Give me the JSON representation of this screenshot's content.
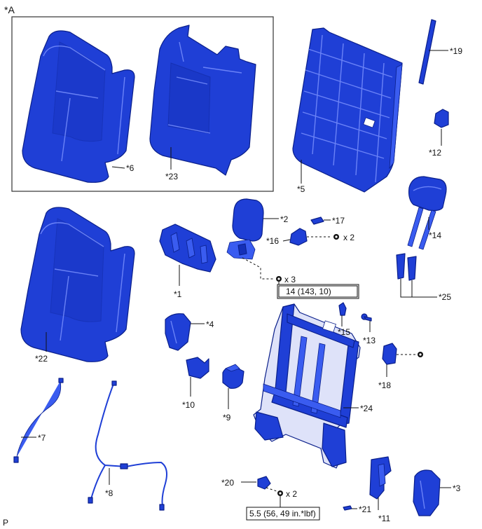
{
  "diagram": {
    "corner_label": "*A",
    "footer_label": "P",
    "callouts": {
      "c1": "*1",
      "c2": "*2",
      "c3": "*3",
      "c4": "*4",
      "c5": "*5",
      "c6": "*6",
      "c7": "*7",
      "c8": "*8",
      "c9": "*9",
      "c10": "*10",
      "c11": "*11",
      "c12": "*12",
      "c13": "*13",
      "c14": "*14",
      "c15": "*15",
      "c16": "*16",
      "c17": "*17",
      "c18": "*18",
      "c19": "*19",
      "c20": "*20",
      "c21": "*21",
      "c22": "*22",
      "c23": "*23",
      "c24": "*24",
      "c25": "*25"
    },
    "qty": {
      "q16": "x 2",
      "q2": "x 3",
      "q20": "x 2"
    },
    "torque": {
      "t1": "14 (143, 10)",
      "t2": "5.5 (56, 49 in.*lbf)"
    },
    "colors": {
      "part_fill": "#1f3fd6",
      "part_stroke": "#0a1f8a",
      "line": "#111111"
    }
  }
}
